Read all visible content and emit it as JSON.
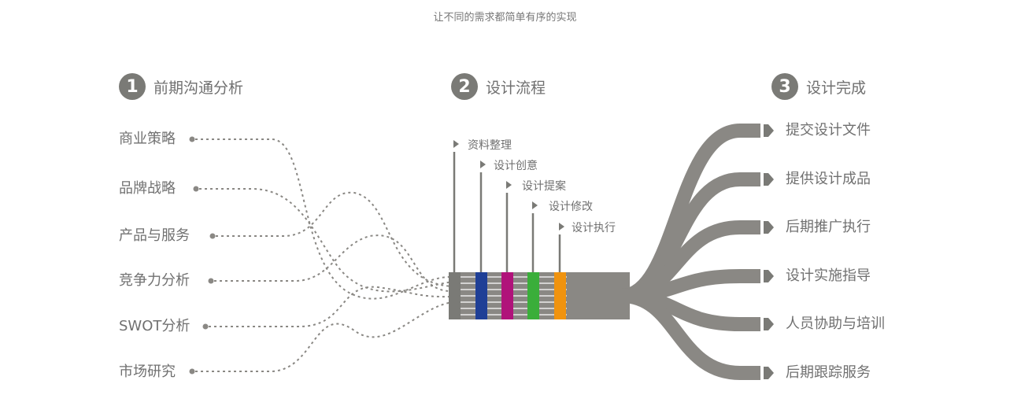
{
  "subtitle": "让不同的需求都简单有序的实现",
  "steps": [
    {
      "num": "1",
      "title": "前期沟通分析"
    },
    {
      "num": "2",
      "title": "设计流程"
    },
    {
      "num": "3",
      "title": "设计完成"
    }
  ],
  "inputs": [
    "商业策略",
    "品牌战略",
    "产品与服务",
    "竞争力分析",
    "SWOT分析",
    "市场研究"
  ],
  "process": [
    "资料整理",
    "设计创意",
    "设计提案",
    "设计修改",
    "设计执行"
  ],
  "outputs": [
    "提交设计文件",
    "提供设计成品",
    "后期推广执行",
    "设计实施指导",
    "人员协助与培训",
    "后期跟踪服务"
  ],
  "colors": {
    "gray": "#8a8884",
    "dark_gray": "#7a7a76",
    "blue": "#1f3f96",
    "magenta": "#b0137a",
    "green": "#3aae3a",
    "orange": "#f0930f"
  }
}
